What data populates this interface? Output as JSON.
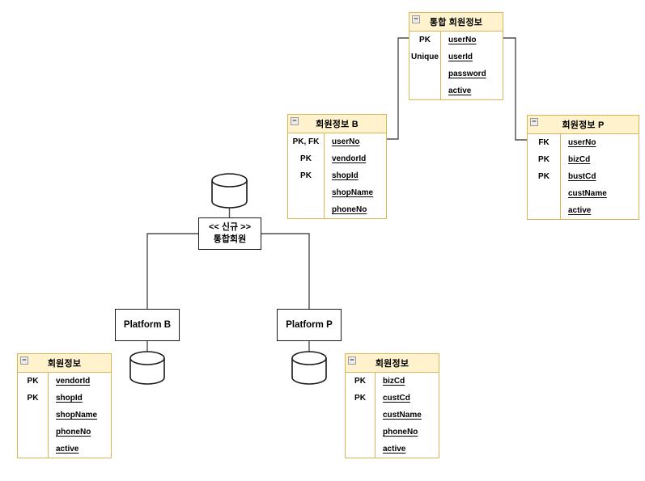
{
  "diagram": {
    "colors": {
      "table_fill": "#FFF2CC",
      "table_stroke": "#D6B656",
      "node_stroke": "#1A1A1A",
      "connector": "#4D4D4D"
    },
    "icons": {
      "collapse": "−"
    },
    "tables": [
      {
        "title": "통합 회원정보",
        "rows": [
          {
            "key": "PK",
            "attr": "userNo"
          },
          {
            "key": "Unique",
            "attr": "userId"
          },
          {
            "key": "",
            "attr": "password"
          },
          {
            "key": "",
            "attr": "active"
          }
        ]
      },
      {
        "title": "회원정보 B",
        "rows": [
          {
            "key": "PK, FK",
            "attr": "userNo"
          },
          {
            "key": "PK",
            "attr": "vendorId"
          },
          {
            "key": "PK",
            "attr": "shopId"
          },
          {
            "key": "",
            "attr": "shopName"
          },
          {
            "key": "",
            "attr": "phoneNo"
          }
        ]
      },
      {
        "title": "회원정보 P",
        "rows": [
          {
            "key": "FK",
            "attr": "userNo"
          },
          {
            "key": "PK",
            "attr": "bizCd"
          },
          {
            "key": "PK",
            "attr": "bustCd"
          },
          {
            "key": "",
            "attr": "custName"
          },
          {
            "key": "",
            "attr": "active"
          }
        ]
      },
      {
        "title": "회원정보",
        "rows": [
          {
            "key": "PK",
            "attr": "vendorId"
          },
          {
            "key": "PK",
            "attr": "shopId"
          },
          {
            "key": "",
            "attr": "shopName"
          },
          {
            "key": "",
            "attr": "phoneNo"
          },
          {
            "key": "",
            "attr": "active"
          }
        ]
      },
      {
        "title": "회원정보",
        "rows": [
          {
            "key": "PK",
            "attr": "bizCd"
          },
          {
            "key": "PK",
            "attr": "custCd"
          },
          {
            "key": "",
            "attr": "custName"
          },
          {
            "key": "",
            "attr": "phoneNo"
          },
          {
            "key": "",
            "attr": "active"
          }
        ]
      }
    ],
    "nodes": {
      "new_unified": {
        "line1": "<< 신규 >>",
        "line2": "통합회원"
      },
      "platform_b": {
        "label": "Platform B"
      },
      "platform_p": {
        "label": "Platform P"
      }
    }
  }
}
